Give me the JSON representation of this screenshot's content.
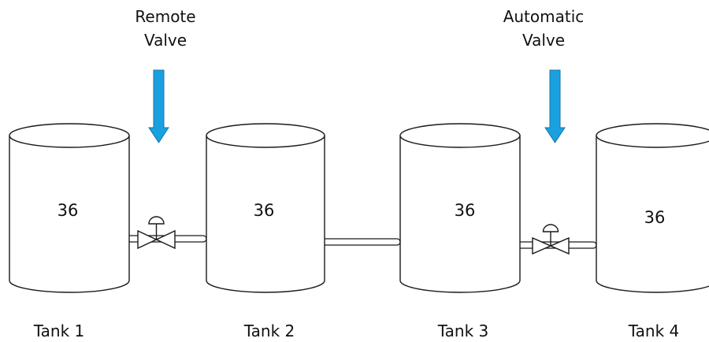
{
  "callouts": {
    "remote_valve": [
      "Remote",
      "Valve"
    ],
    "automatic_valve": [
      "Automatic",
      "Valve"
    ]
  },
  "tanks": [
    {
      "label": "Tank 1",
      "level": "36"
    },
    {
      "label": "Tank 2",
      "level": "36"
    },
    {
      "label": "Tank 3",
      "level": "36"
    },
    {
      "label": "Tank 4",
      "level": "36"
    }
  ],
  "colors": {
    "arrow": "#1AA0E0",
    "arrow_outline": "#1577A8",
    "line": "#1A1A1A"
  }
}
